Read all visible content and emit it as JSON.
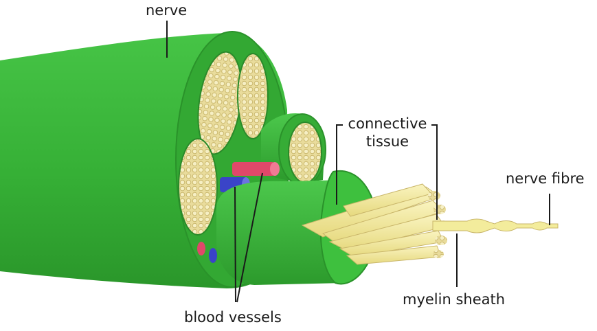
{
  "labels": {
    "nerve": "nerve",
    "connective_tissue_line1": "connective",
    "connective_tissue_line2": "tissue",
    "nerve_fibre": "nerve fibre",
    "myelin_sheath": "myelin sheath",
    "blood_vessels": "blood vessels"
  },
  "colors": {
    "nerve_green": "#3cb83c",
    "nerve_dark": "#2a9a2a",
    "nerve_light": "#4fd04f",
    "fascicle_fill": "#e8dca0",
    "fibre_yellow": "#f3ec9c",
    "artery_red": "#e0486a",
    "vein_blue": "#3a44c8",
    "label_text": "#1a1a1a"
  }
}
